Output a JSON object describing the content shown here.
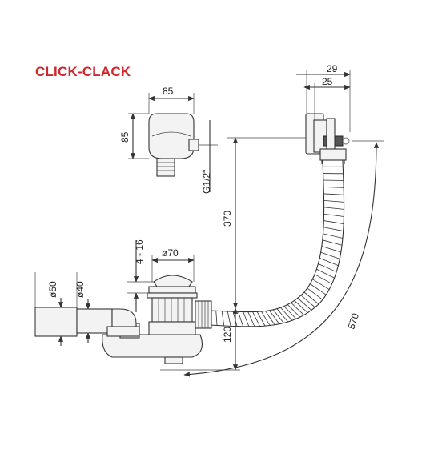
{
  "title": {
    "text": "CLICK-CLACK",
    "color": "#d0262c"
  },
  "dimensions": {
    "overflow_width_outer": "29",
    "overflow_width_inner": "25",
    "inlet_width": "85",
    "inlet_height": "85",
    "inlet_thread": "G1/2\"",
    "height_drain_to_overflow": "370",
    "plug_diameter": "ø70",
    "range": "4 - 16",
    "outlet_d50": "ø50",
    "outlet_d40": "ø40",
    "trap_height": "120",
    "hose_length": "570"
  },
  "colors": {
    "line": "#333333",
    "fill": "#f3f3f3"
  }
}
